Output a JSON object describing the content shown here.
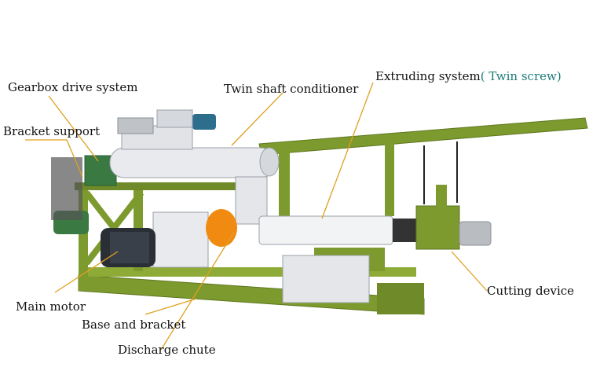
{
  "labels": {
    "gearbox": "Gearbox drive system",
    "bracket_support": "Bracket support",
    "twin_shaft": "Twin shaft conditioner",
    "extruding": "Extruding system",
    "twin_screw": "( Twin screw)",
    "main_motor": "Main motor",
    "base_bracket": "Base and bracket",
    "discharge": "Discharge chute",
    "cutting": "Cutting device"
  },
  "colors": {
    "frame": "#7d9a2e",
    "frame_dark": "#5e7720",
    "leader": "#e0a020",
    "label_accent": "#1f7a7a",
    "steel": "#e8eaee",
    "motor_blue": "#2d6e8c",
    "orange": "#f08a10",
    "gray_block": "#b9bcc0"
  }
}
